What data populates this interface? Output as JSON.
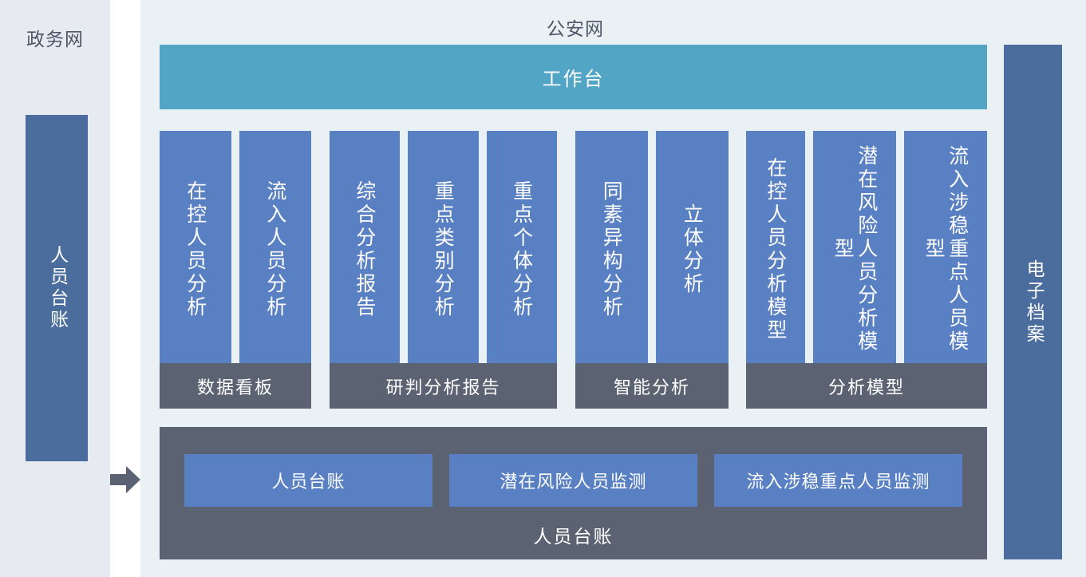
{
  "colors": {
    "left_panel_bg": "#e7eaf1",
    "right_panel_bg": "#e9f1f5",
    "card_blue": "#5a80c4",
    "dark_blue_bar": "#4a6d9e",
    "teal": "#52a5c5",
    "gray_footer": "#5b6372",
    "arrow": "#5b6372",
    "title_text": "#4d5666"
  },
  "left_panel": {
    "title": "政务网",
    "bar_label": "人员台账",
    "arrow_icon": "right-arrow-icon"
  },
  "right_panel": {
    "title": "公安网",
    "workbench": "工作台",
    "groups": [
      {
        "footer": "数据看板",
        "cards": [
          "在控人员分析",
          "流入人员分析"
        ]
      },
      {
        "footer": "研判分析报告",
        "cards": [
          "综合分析报告",
          "重点类别分析",
          "重点个体分析"
        ]
      },
      {
        "footer": "智能分析",
        "cards": [
          "同素异构分析",
          "立体分析"
        ]
      },
      {
        "footer": "分析模型",
        "cards": [
          "在控人员分析模型",
          "潜在风险人员分析模型",
          "流入涉稳重点人员模型"
        ]
      }
    ],
    "bottom": {
      "cards": [
        "人员台账",
        "潜在风险人员监测",
        "流入涉稳重点人员监测"
      ],
      "label": "人员台账"
    },
    "archive_bar_label": "电子档案"
  }
}
